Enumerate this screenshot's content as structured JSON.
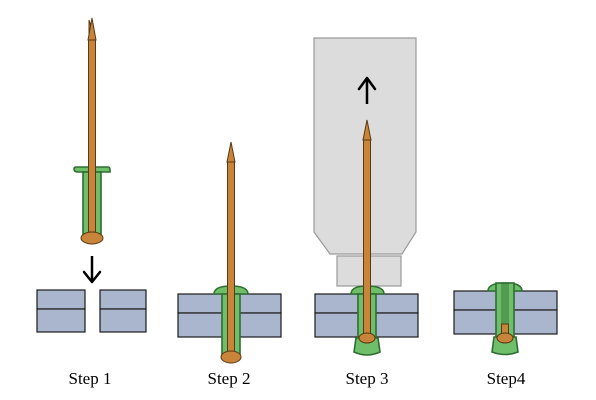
{
  "steps": [
    {
      "label": "Step 1"
    },
    {
      "label": "Step 2"
    },
    {
      "label": "Step 3"
    },
    {
      "label": "Step4"
    }
  ],
  "colors": {
    "plate": "#a9b6cd",
    "plate_stroke": "#1a1a1a",
    "mandrel": "#c8843a",
    "mandrel_stroke": "#5a3a12",
    "rivet_body": "#6fbf6a",
    "rivet_body_dark": "#2f6e33",
    "tool": "#dcdcdc",
    "tool_stroke": "#9a9a9a",
    "arrow": "#000000"
  }
}
